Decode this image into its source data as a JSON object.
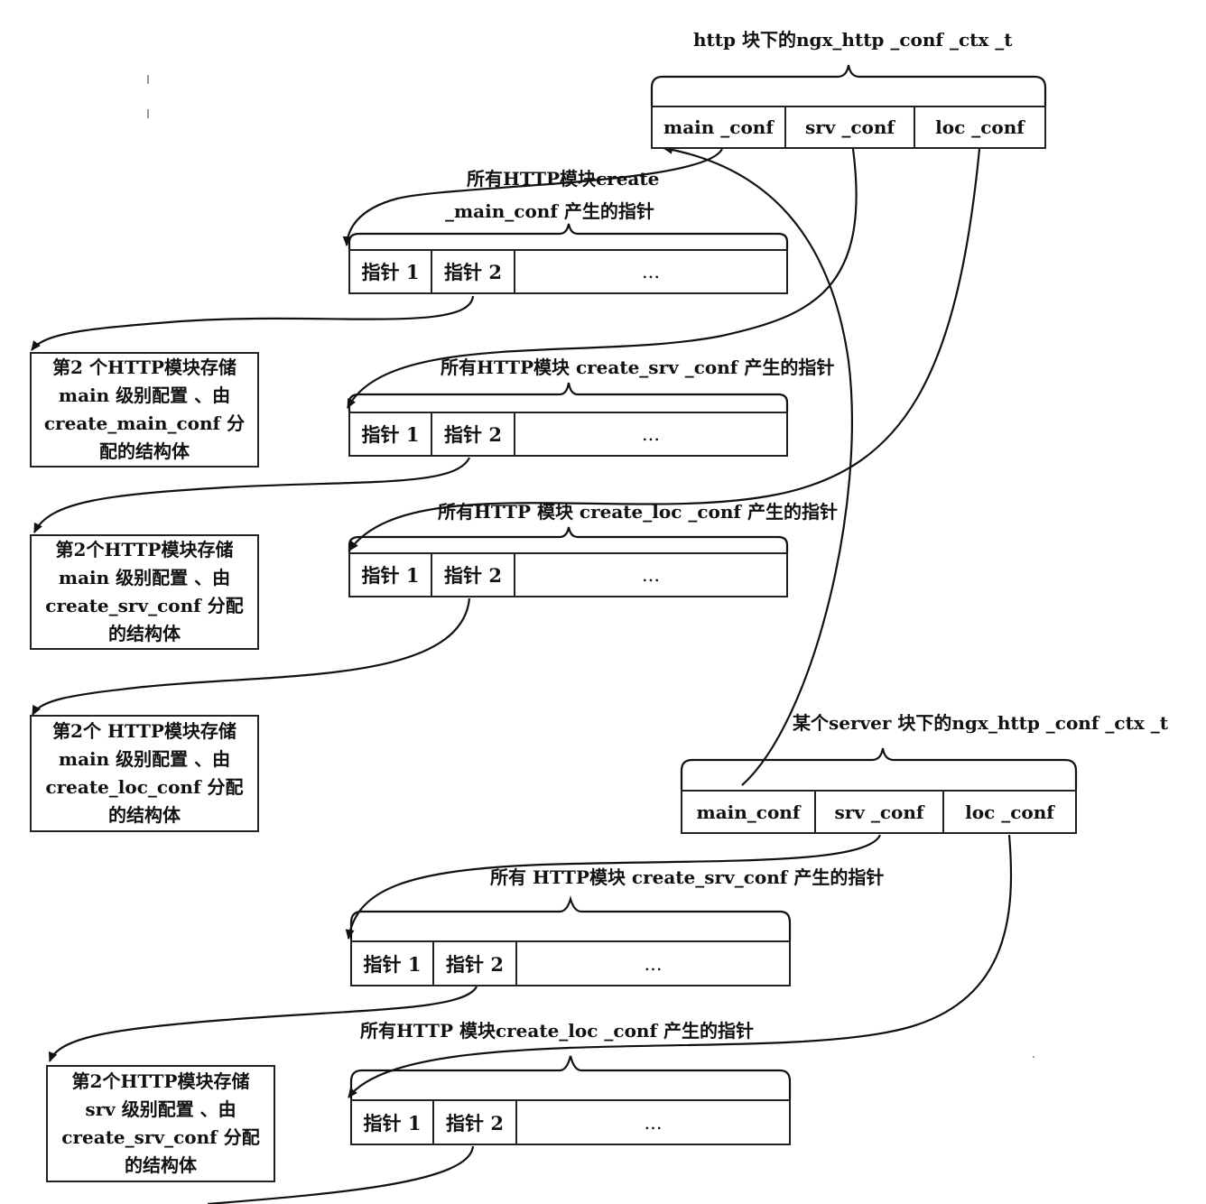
{
  "http_ctx": {
    "title": "http 块下的ngx_http _conf _ctx _t",
    "fields": [
      "main _conf",
      "srv _conf",
      "loc _conf"
    ]
  },
  "server_ctx": {
    "title": "某个server 块下的ngx_http _conf _ctx _t",
    "fields": [
      "main_conf",
      "srv _conf",
      "loc _conf"
    ]
  },
  "labels": {
    "http_main_line1": "所有HTTP模块create",
    "http_main_line2": "_main_conf 产生的指针",
    "http_srv": "所有HTTP模块 create_srv _conf 产生的指针",
    "http_loc": "所有HTTP 模块 create_loc _conf 产生的指针",
    "server_srv": "所有 HTTP模块 create_srv_conf 产生的指针",
    "server_loc": "所有HTTP 模块create_loc _conf 产生的指针"
  },
  "pointer_cells": [
    "指针 1",
    "指针 2",
    "..."
  ],
  "desc_boxes": [
    [
      "第2 个HTTP模块存储",
      "main 级别配置 、由",
      "create_main_conf 分",
      "配的结构体"
    ],
    [
      "第2个HTTP模块存储",
      "main 级别配置 、由",
      "create_srv_conf 分配",
      "的结构体"
    ],
    [
      "第2个 HTTP模块存储",
      "main 级别配置 、由",
      "create_loc_conf 分配",
      "的结构体"
    ],
    [
      "第2个HTTP模块存储",
      "srv 级别配置 、由",
      "create_srv_conf 分配",
      "的结构体"
    ]
  ]
}
